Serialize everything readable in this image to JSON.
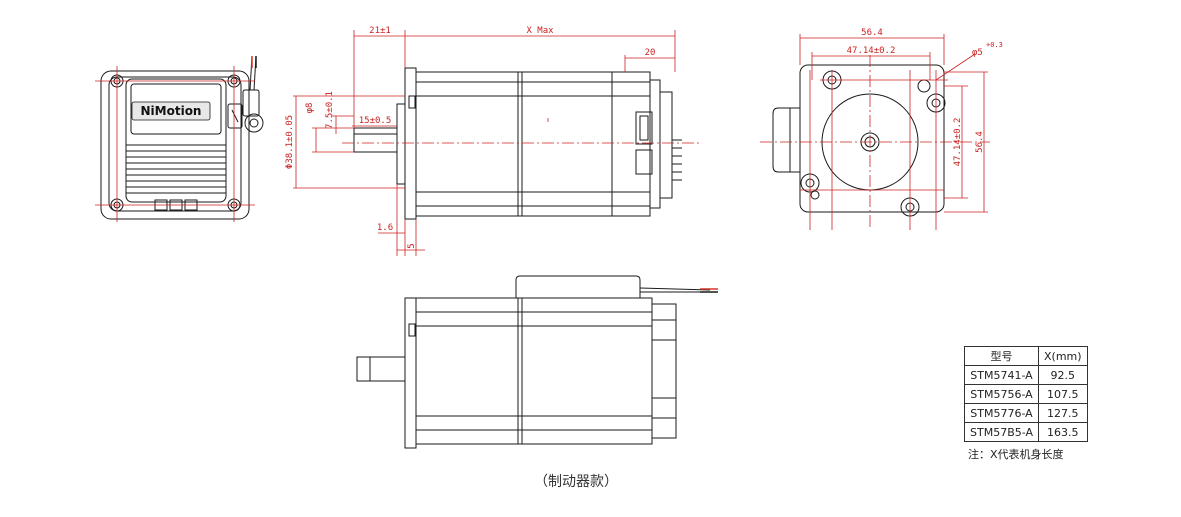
{
  "logo": {
    "brand": "NiMotion"
  },
  "dimensions": {
    "shaft_length": "21±1",
    "body_length": "X Max",
    "connector_offset": "20",
    "flange_width": "56.4",
    "bolt_spacing_h": "47.14±0.2",
    "hole_diameter": "φ5",
    "hole_tolerance": "+0.3",
    "bolt_spacing_v": "47.14±0.2",
    "flange_height": "56.4",
    "shaft_diameter": "φ8",
    "flat_depth": "7.5±0.1",
    "flat_length": "15±0.5",
    "pilot_diameter": "Φ38.1±0.05",
    "pilot_depth": "1.6",
    "flange_thickness": "5"
  },
  "spec_table": {
    "header": {
      "model": "型号",
      "x": "X(mm)"
    },
    "rows": [
      {
        "model": "STM5741-A",
        "x": "92.5"
      },
      {
        "model": "STM5756-A",
        "x": "107.5"
      },
      {
        "model": "STM5776-A",
        "x": "127.5"
      },
      {
        "model": "STM57B5-A",
        "x": "163.5"
      }
    ]
  },
  "note": "注：X代表机身长度",
  "caption": "（制动器款）",
  "colors": {
    "line": "#1a1a1a",
    "dimension": "#cc2222",
    "wire_red": "#d43a2a"
  }
}
